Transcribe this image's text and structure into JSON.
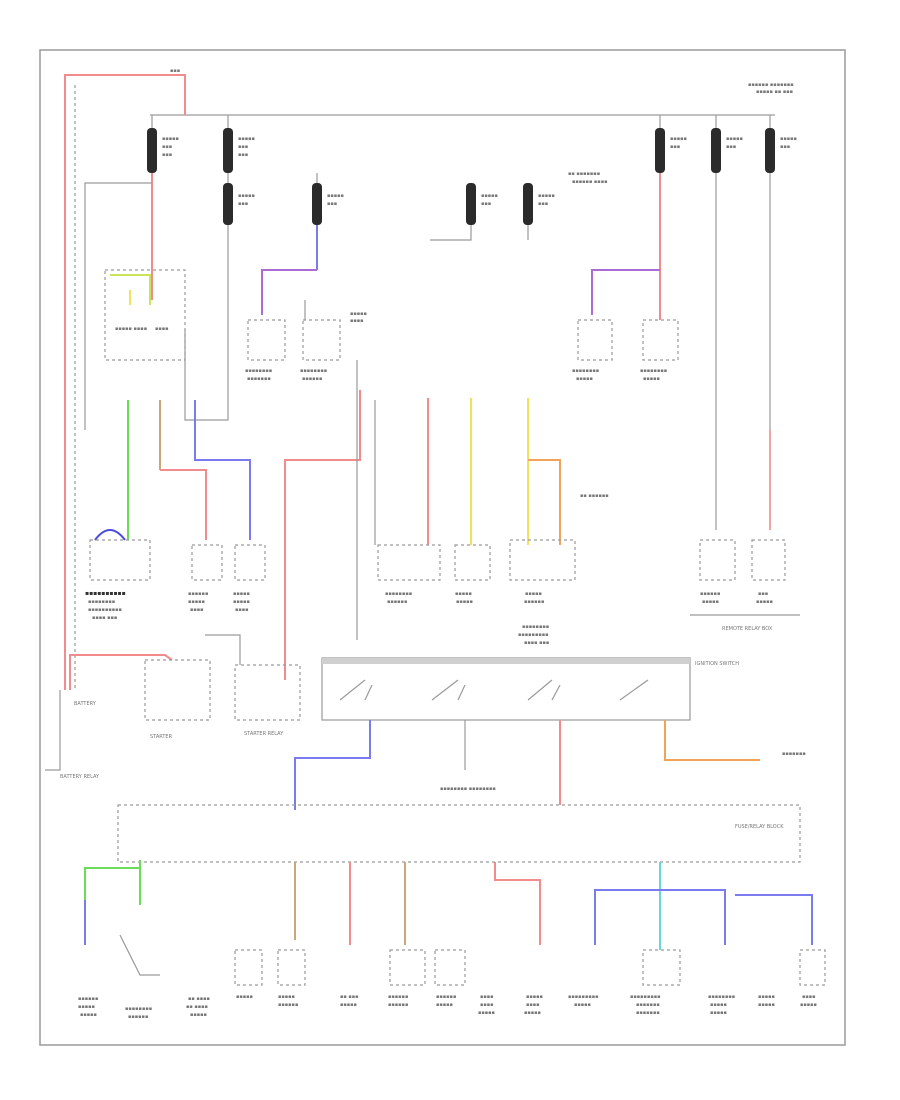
{
  "diagram": {
    "title": "",
    "colors": {
      "red": "#f28b8b",
      "pink": "#f2a3a3",
      "purple": "#a96bd6",
      "blue": "#7b7bf0",
      "green": "#6bdc5a",
      "yellow": "#f2e15a",
      "orange": "#f2a35a",
      "tan": "#c8a878",
      "gray": "#9a9a9a"
    },
    "labels": {
      "battery": "BATTERY",
      "battery_relay": "BATTERY RELAY",
      "fuse_relay_block": "FUSE/RELAY BLOCK",
      "remote_relay_box": "REMOTE RELAY BOX",
      "starter": "STARTER",
      "starter_relay": "STARTER RELAY",
      "ignition_switch": "IGNITION SWITCH"
    }
  }
}
